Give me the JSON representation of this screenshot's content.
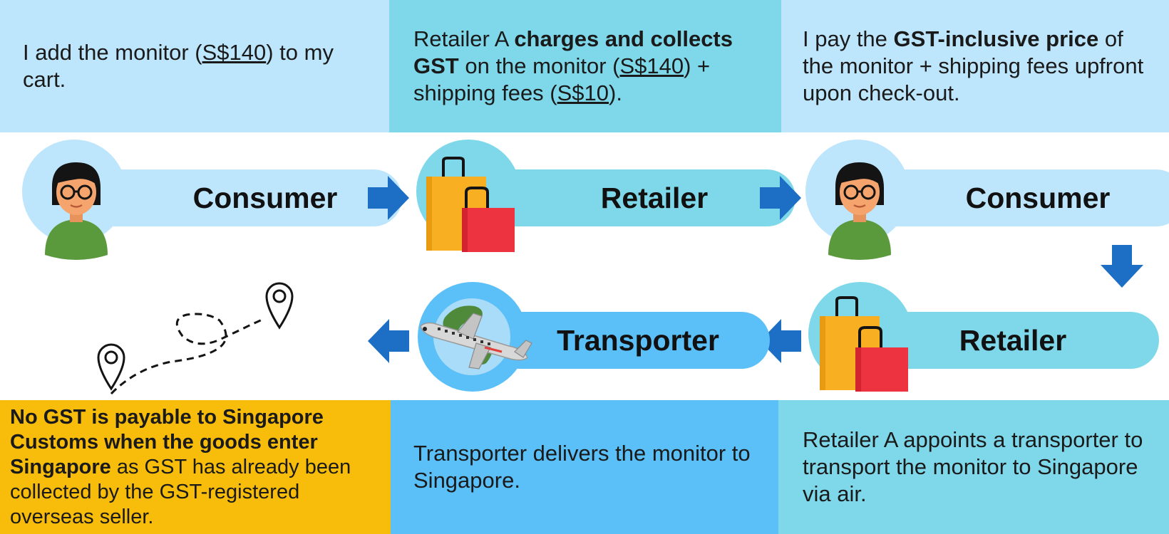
{
  "colors": {
    "light_blue": "#bde5fc",
    "teal": "#7fd8ea",
    "mid_blue": "#5bbff8",
    "yellow": "#f8bc0a",
    "arrow_blue": "#1c6fc4",
    "skin": "#f4a46c",
    "hair": "#141414",
    "shirt": "#5a9a3c",
    "bag_orange": "#f8b022",
    "bag_red": "#ee3340"
  },
  "steps": {
    "s1": {
      "p1": "I add the monitor (",
      "amount": "S$140",
      "p2": ") to my cart."
    },
    "s2": {
      "p1": "Retailer A ",
      "bold": "charges and collects GST",
      "p2": " on the monitor (",
      "amount1": "S$140",
      "p3": ") + shipping fees (",
      "amount2": "S$10",
      "p4": ")."
    },
    "s3": {
      "p1": "I pay the ",
      "bold": "GST-inclusive price",
      "p2": " of the monitor + shipping fees upfront upon check-out."
    },
    "s4": {
      "text": "Retailer A appoints a transporter to transport the monitor to Singapore via air."
    },
    "s5": {
      "text": "Transporter delivers the monitor to Singapore."
    },
    "s6": {
      "bold": "No GST is payable to Singapore Customs when the goods enter Singapore",
      "p1": " as GST has already been collected by the GST-registered overseas seller."
    }
  },
  "actors": {
    "consumer_1": "Consumer",
    "retailer_1": "Retailer",
    "consumer_2": "Consumer",
    "retailer_2": "Retailer",
    "transporter": "Transporter"
  },
  "icons": {
    "consumer": "woman-with-glasses-icon",
    "retailer": "shopping-bags-icon",
    "transporter": "airplane-globe-icon",
    "arrow": "arrow-icon",
    "route": "dashed-route-map-pins-icon"
  }
}
